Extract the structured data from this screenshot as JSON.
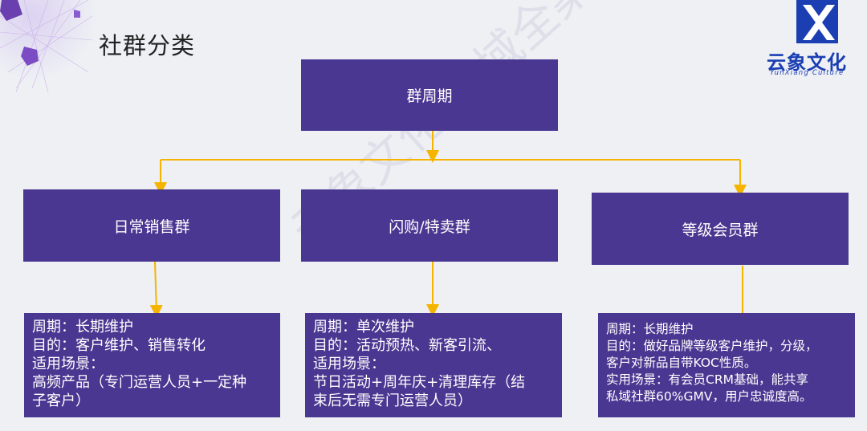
{
  "title": "社群分类",
  "logo": {
    "name": "云象文化",
    "sub": "YunXiang Culture"
  },
  "watermark": "云象文化 私域全案",
  "root": {
    "label": "群周期"
  },
  "children": [
    {
      "label": "日常销售群",
      "desc": [
        "周期：长期维护",
        "目的：客户维护、销售转化",
        "适用场景：",
        "高频产品（专门运营人员+一定种",
        "子客户）"
      ]
    },
    {
      "label": "闪购/特卖群",
      "desc": [
        "周期：单次维护",
        "目的：活动预热、新客引流、",
        "适用场景：",
        "节日活动+周年庆+清理库存（结",
        "束后无需专门运营人员）"
      ]
    },
    {
      "label": "等级会员群",
      "desc": [
        "周期：长期维护",
        "目的：做好品牌等级客户维护，分级，",
        "客户对新品自带KOC性质。",
        "实用场景：有会员CRM基础，能共享",
        "私域社群60%GMV，用户忠诚度高。"
      ]
    }
  ],
  "colors": {
    "node": "#4a3791",
    "connector": "#f5b400",
    "logo": "#1b3fb3"
  }
}
